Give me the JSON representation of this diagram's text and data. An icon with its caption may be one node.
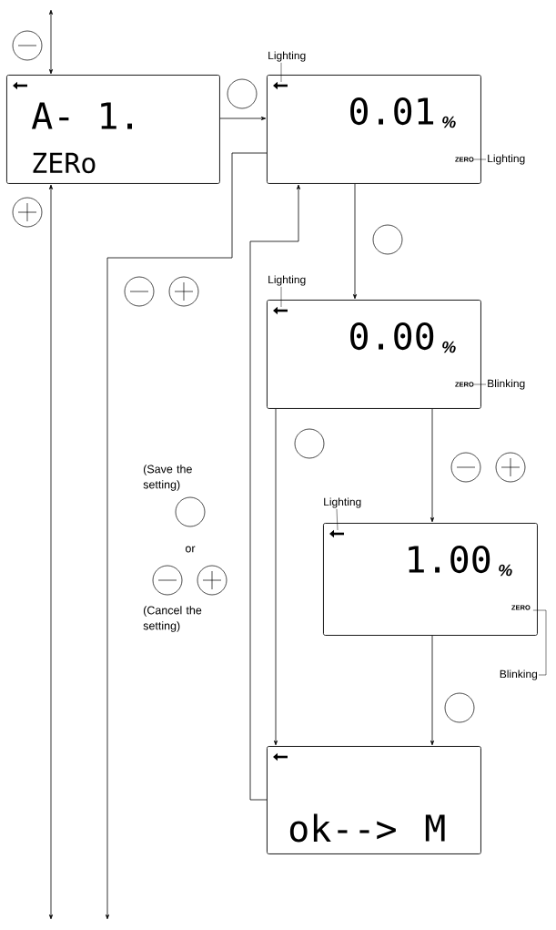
{
  "diagram": {
    "nodes": [
      {
        "text": [
          "A- 1.",
          "ZERo"
        ]
      },
      {
        "text": [
          "0.01",
          "%",
          "ZERO"
        ]
      },
      {
        "text": [
          "0.00",
          "%",
          "ZERO"
        ]
      },
      {
        "text": [
          "1.00",
          "%",
          "ZERO"
        ]
      },
      {
        "text": [
          "ok-->",
          "M"
        ]
      },
      {
        "text": [
          "Lighting"
        ]
      },
      {
        "text": [
          "Lighting"
        ]
      },
      {
        "text": [
          "Lighting"
        ]
      },
      {
        "text": [
          "Blinking"
        ]
      },
      {
        "text": [
          "Lighting"
        ]
      },
      {
        "text": [
          "Blinking"
        ]
      }
    ],
    "edges": [
      {
        "from": null,
        "to": 0,
        "arrow": "both"
      },
      {
        "from": 0,
        "to": null,
        "arrow": "both"
      },
      {
        "from": 0,
        "to": 1,
        "arrow": "to"
      },
      {
        "from": 1,
        "to": null,
        "arrow": "to"
      },
      {
        "from": 4,
        "to": 1,
        "arrow": "to"
      },
      {
        "from": 1,
        "to": 2,
        "arrow": "to"
      },
      {
        "from": 2,
        "to": 4,
        "arrow": "to"
      },
      {
        "from": 2,
        "to": 3,
        "arrow": "to"
      },
      {
        "from": 3,
        "to": 4,
        "arrow": "to"
      },
      {
        "from": 5,
        "to": 1,
        "arrow": "none"
      },
      {
        "from": 6,
        "to": 1,
        "arrow": "none"
      },
      {
        "from": 7,
        "to": 2,
        "arrow": "none"
      },
      {
        "from": 8,
        "to": 2,
        "arrow": "none"
      },
      {
        "from": 9,
        "to": 3,
        "arrow": "none"
      },
      {
        "from": 10,
        "to": 3,
        "arrow": "none"
      }
    ],
    "labels": [
      "(Save the setting)",
      "or",
      "(Cancel the setting)"
    ]
  }
}
